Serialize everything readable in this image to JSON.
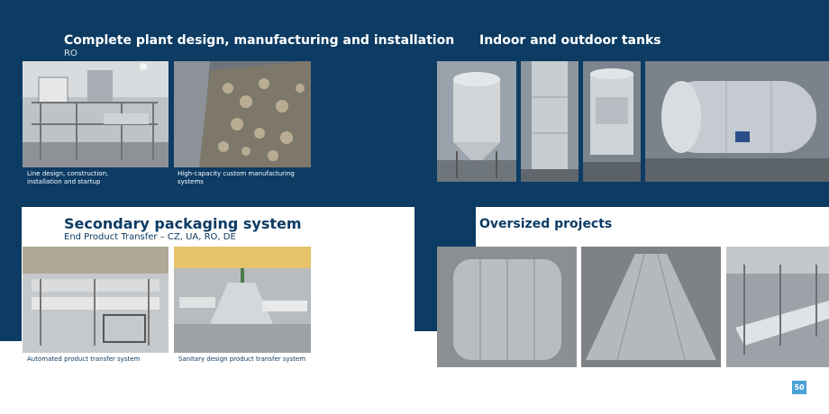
{
  "sections": {
    "plant": {
      "title": "Complete plant design, manufacturing and installation",
      "subtitle": "RO",
      "captions": [
        "Line design, construction, installation and startup",
        "High-capacity custom manufacturing systems"
      ]
    },
    "tanks": {
      "title": "Indoor and outdoor tanks"
    },
    "packaging": {
      "title": "Secondary packaging system",
      "subtitle": "End Product Transfer – CZ, UA, RO, DE",
      "captions": [
        "Automated product transfer system",
        "Sanitary design product transfer system"
      ]
    },
    "oversized": {
      "title": "Oversized projects"
    }
  },
  "page_number": "50",
  "colors": {
    "navy": "#0c3b63",
    "accent": "#4aa3d8"
  }
}
